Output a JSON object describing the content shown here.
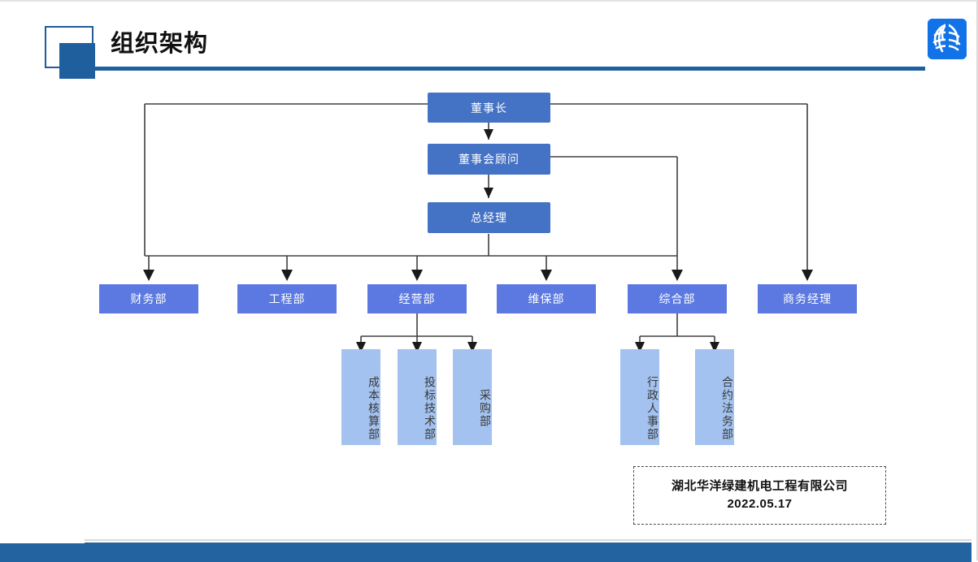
{
  "header": {
    "title": "组织架构",
    "logo_icon": "company-globe-logo-icon",
    "accent_color": "#1f5f9e"
  },
  "colors": {
    "executive_box": "#4472c4",
    "department_box": "#5b79e0",
    "subdepartment_box": "#a3c2ef",
    "connector": "#404040",
    "footer_bar": "#23639f",
    "logo": "#1273e8"
  },
  "chart": {
    "executives": [
      {
        "id": "chairman",
        "label": "董事长"
      },
      {
        "id": "board-advisor",
        "label": "董事会顾问"
      },
      {
        "id": "general-manager",
        "label": "总经理"
      }
    ],
    "departments": [
      {
        "id": "finance",
        "label": "财务部"
      },
      {
        "id": "engineering",
        "label": "工程部"
      },
      {
        "id": "operations",
        "label": "经营部"
      },
      {
        "id": "maintenance",
        "label": "维保部"
      },
      {
        "id": "general-affairs",
        "label": "综合部"
      },
      {
        "id": "business-manager",
        "label": "商务经理"
      }
    ],
    "subdepartments": [
      {
        "id": "cost-accounting",
        "label": "成本核算部",
        "parent": "经营部"
      },
      {
        "id": "bidding-technology",
        "label": "投标技术部",
        "parent": "经营部"
      },
      {
        "id": "procurement",
        "label": "采购部",
        "parent": "经营部"
      },
      {
        "id": "administration-hr",
        "label": "行政人事部",
        "parent": "综合部"
      },
      {
        "id": "contract-legal",
        "label": "合约法务部",
        "parent": "综合部"
      }
    ]
  },
  "caption": {
    "company": "湖北华洋绿建机电工程有限公司",
    "date": "2022.05.17"
  }
}
